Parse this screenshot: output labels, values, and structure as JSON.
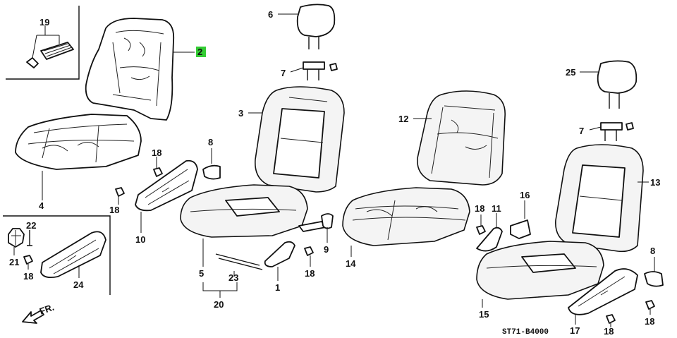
{
  "diagram": {
    "code": "ST71-B4000",
    "direction_label": "FR.",
    "callouts": {
      "c19": "19",
      "c2": "2",
      "c4": "4",
      "c18a": "18",
      "c18b": "18",
      "c10": "10",
      "c8a": "8",
      "c6": "6",
      "c7a": "7",
      "c3": "3",
      "c5": "5",
      "c23": "23",
      "c20": "20",
      "c1": "1",
      "c18c": "18",
      "c9": "9",
      "c12": "12",
      "c14": "14",
      "c18d": "18",
      "c11": "11",
      "c16": "16",
      "c25": "25",
      "c7b": "7",
      "c13": "13",
      "c15": "15",
      "c17": "17",
      "c18e": "18",
      "c8b": "8",
      "c18f": "18",
      "c22": "22",
      "c21": "21",
      "c18g": "18",
      "c24": "24"
    },
    "highlight_color": "#33cc33"
  }
}
